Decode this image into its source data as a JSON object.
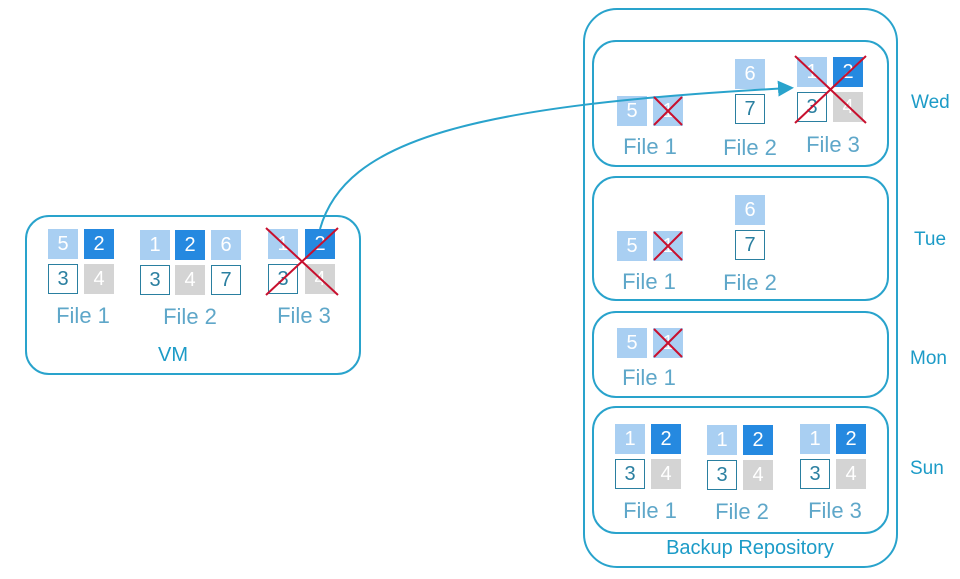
{
  "vm": {
    "title": "VM",
    "files": [
      {
        "label": "File 1",
        "blocks": [
          {
            "text": "5",
            "style": "light"
          },
          {
            "text": "2",
            "style": "dark"
          },
          {
            "text": "3",
            "style": "outline"
          },
          {
            "text": "4",
            "style": "gray"
          }
        ],
        "crossed": false
      },
      {
        "label": "File 2",
        "blocks": [
          {
            "text": "1",
            "style": "light"
          },
          {
            "text": "2",
            "style": "dark"
          },
          {
            "text": "6",
            "style": "light"
          },
          {
            "text": "3",
            "style": "outline"
          },
          {
            "text": "4",
            "style": "gray"
          },
          {
            "text": "7",
            "style": "outline"
          }
        ],
        "crossed": false
      },
      {
        "label": "File 3",
        "blocks": [
          {
            "text": "1",
            "style": "light"
          },
          {
            "text": "2",
            "style": "dark"
          },
          {
            "text": "3",
            "style": "outline"
          },
          {
            "text": "4",
            "style": "gray"
          }
        ],
        "crossed": true
      }
    ]
  },
  "repository": {
    "title": "Backup Repository",
    "days": [
      {
        "day": "Wed",
        "files": [
          {
            "label": "File 1",
            "blocks": [
              {
                "text": "5",
                "style": "light"
              },
              {
                "text": "1",
                "style": "light",
                "crossed": true
              }
            ]
          },
          {
            "label": "File 2",
            "blocks": [
              {
                "text": "6",
                "style": "light"
              },
              {
                "text": "7",
                "style": "outline"
              }
            ]
          },
          {
            "label": "File 3",
            "blocks": [
              {
                "text": "1",
                "style": "light"
              },
              {
                "text": "2",
                "style": "dark"
              },
              {
                "text": "3",
                "style": "outline"
              },
              {
                "text": "4",
                "style": "gray"
              }
            ],
            "crossed": true
          }
        ]
      },
      {
        "day": "Tue",
        "files": [
          {
            "label": "File 1",
            "blocks": [
              {
                "text": "5",
                "style": "light"
              },
              {
                "text": "1",
                "style": "light",
                "crossed": true
              }
            ]
          },
          {
            "label": "File 2",
            "blocks": [
              {
                "text": "6",
                "style": "light"
              },
              {
                "text": "7",
                "style": "outline"
              }
            ]
          }
        ]
      },
      {
        "day": "Mon",
        "files": [
          {
            "label": "File 1",
            "blocks": [
              {
                "text": "5",
                "style": "light"
              },
              {
                "text": "1",
                "style": "light",
                "crossed": true
              }
            ]
          }
        ]
      },
      {
        "day": "Sun",
        "files": [
          {
            "label": "File 1",
            "blocks": [
              {
                "text": "1",
                "style": "light"
              },
              {
                "text": "2",
                "style": "dark"
              },
              {
                "text": "3",
                "style": "outline"
              },
              {
                "text": "4",
                "style": "gray"
              }
            ]
          },
          {
            "label": "File 2",
            "blocks": [
              {
                "text": "1",
                "style": "light"
              },
              {
                "text": "2",
                "style": "dark"
              },
              {
                "text": "3",
                "style": "outline"
              },
              {
                "text": "4",
                "style": "gray"
              }
            ]
          },
          {
            "label": "File 3",
            "blocks": [
              {
                "text": "1",
                "style": "light"
              },
              {
                "text": "2",
                "style": "dark"
              },
              {
                "text": "3",
                "style": "outline"
              },
              {
                "text": "4",
                "style": "gray"
              }
            ]
          }
        ]
      }
    ]
  },
  "colors": {
    "border": "#29a3cc",
    "block_light": "#a9cff2",
    "block_dark": "#2589e0",
    "block_gray": "#d4d4d4",
    "cross": "#c8102e"
  }
}
